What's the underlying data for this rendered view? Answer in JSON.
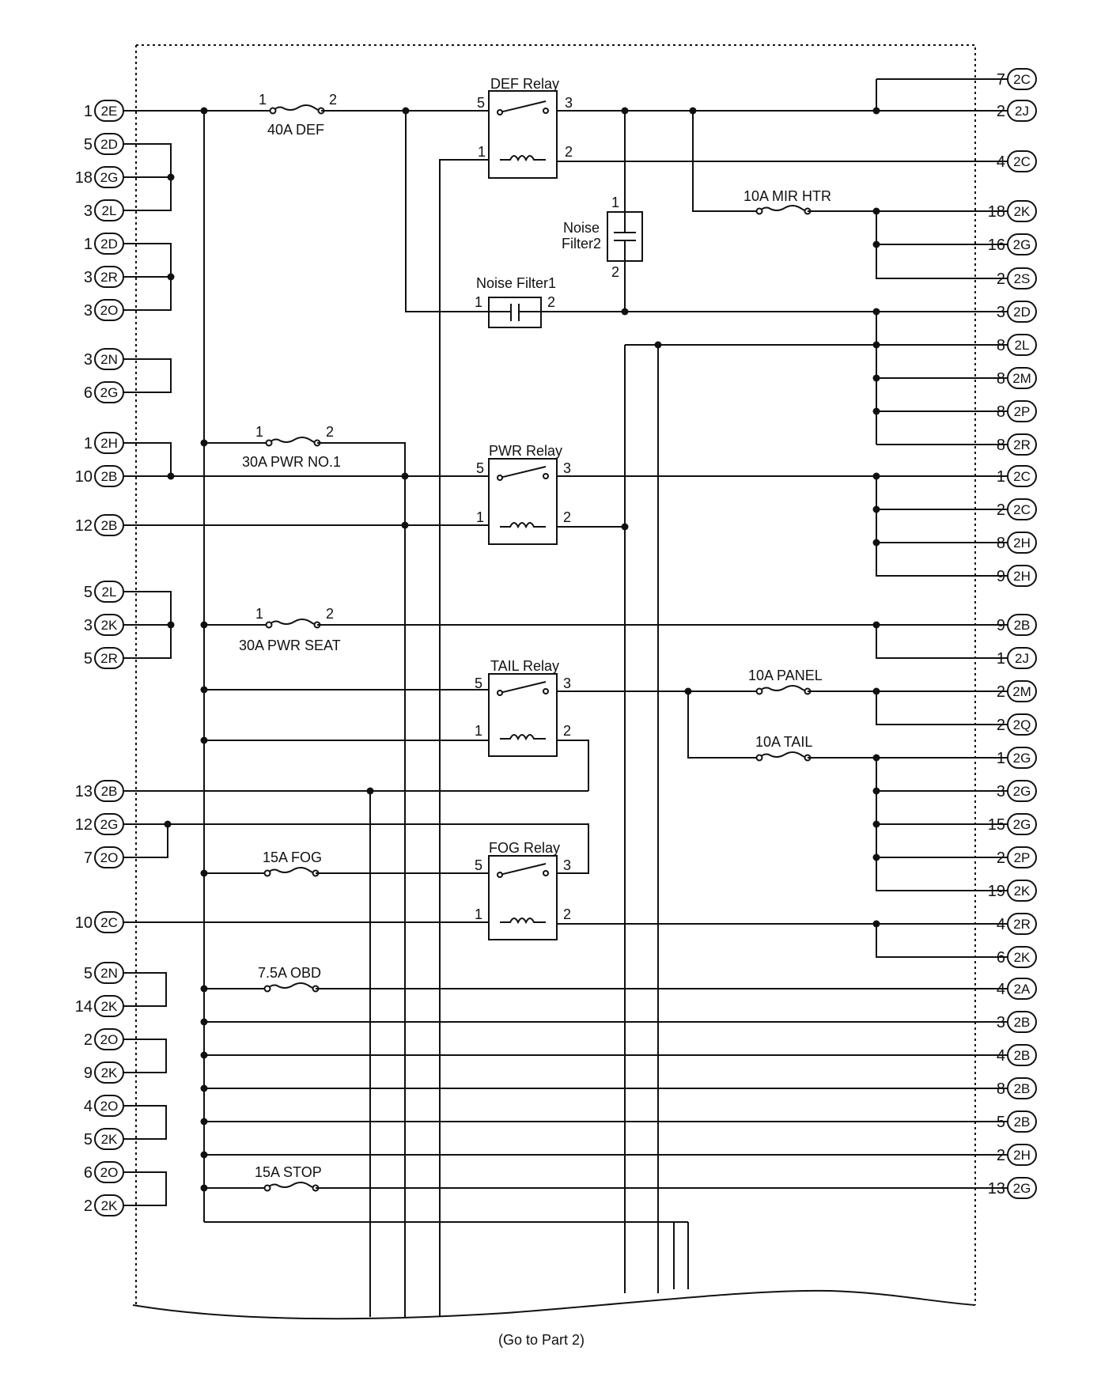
{
  "left_connectors": [
    {
      "pin": "1",
      "code": "2E"
    },
    {
      "pin": "5",
      "code": "2D"
    },
    {
      "pin": "18",
      "code": "2G"
    },
    {
      "pin": "3",
      "code": "2L"
    },
    {
      "pin": "1",
      "code": "2D"
    },
    {
      "pin": "3",
      "code": "2R"
    },
    {
      "pin": "3",
      "code": "2O"
    },
    {
      "pin": "3",
      "code": "2N"
    },
    {
      "pin": "6",
      "code": "2G"
    },
    {
      "pin": "1",
      "code": "2H"
    },
    {
      "pin": "10",
      "code": "2B"
    },
    {
      "pin": "12",
      "code": "2B"
    },
    {
      "pin": "5",
      "code": "2L"
    },
    {
      "pin": "3",
      "code": "2K"
    },
    {
      "pin": "5",
      "code": "2R"
    },
    {
      "pin": "13",
      "code": "2B"
    },
    {
      "pin": "12",
      "code": "2G"
    },
    {
      "pin": "7",
      "code": "2O"
    },
    {
      "pin": "10",
      "code": "2C"
    },
    {
      "pin": "5",
      "code": "2N"
    },
    {
      "pin": "14",
      "code": "2K"
    },
    {
      "pin": "2",
      "code": "2O"
    },
    {
      "pin": "9",
      "code": "2K"
    },
    {
      "pin": "4",
      "code": "2O"
    },
    {
      "pin": "5",
      "code": "2K"
    },
    {
      "pin": "6",
      "code": "2O"
    },
    {
      "pin": "2",
      "code": "2K"
    }
  ],
  "right_connectors": [
    {
      "pin": "7",
      "code": "2C"
    },
    {
      "pin": "2",
      "code": "2J"
    },
    {
      "pin": "4",
      "code": "2C"
    },
    {
      "pin": "18",
      "code": "2K"
    },
    {
      "pin": "16",
      "code": "2G"
    },
    {
      "pin": "2",
      "code": "2S"
    },
    {
      "pin": "3",
      "code": "2D"
    },
    {
      "pin": "8",
      "code": "2L"
    },
    {
      "pin": "8",
      "code": "2M"
    },
    {
      "pin": "8",
      "code": "2P"
    },
    {
      "pin": "8",
      "code": "2R"
    },
    {
      "pin": "1",
      "code": "2C"
    },
    {
      "pin": "2",
      "code": "2C"
    },
    {
      "pin": "8",
      "code": "2H"
    },
    {
      "pin": "9",
      "code": "2H"
    },
    {
      "pin": "9",
      "code": "2B"
    },
    {
      "pin": "1",
      "code": "2J"
    },
    {
      "pin": "2",
      "code": "2M"
    },
    {
      "pin": "2",
      "code": "2Q"
    },
    {
      "pin": "1",
      "code": "2G"
    },
    {
      "pin": "3",
      "code": "2G"
    },
    {
      "pin": "15",
      "code": "2G"
    },
    {
      "pin": "2",
      "code": "2P"
    },
    {
      "pin": "19",
      "code": "2K"
    },
    {
      "pin": "4",
      "code": "2R"
    },
    {
      "pin": "6",
      "code": "2K"
    },
    {
      "pin": "4",
      "code": "2A"
    },
    {
      "pin": "3",
      "code": "2B"
    },
    {
      "pin": "4",
      "code": "2B"
    },
    {
      "pin": "8",
      "code": "2B"
    },
    {
      "pin": "5",
      "code": "2B"
    },
    {
      "pin": "2",
      "code": "2H"
    },
    {
      "pin": "13",
      "code": "2G"
    }
  ],
  "fuses": {
    "def": "40A DEF",
    "pwr1": "30A PWR NO.1",
    "pwrseat": "30A PWR SEAT",
    "fog": "15A FOG",
    "obd": "7.5A OBD",
    "stop": "15A STOP",
    "mirhtr": "10A MIR HTR",
    "panel": "10A PANEL",
    "tail": "10A TAIL"
  },
  "relays": {
    "def": "DEF Relay",
    "pwr": "PWR Relay",
    "tail": "TAIL Relay",
    "fog": "FOG Relay"
  },
  "filters": {
    "nf1": "Noise Filter1",
    "nf2a": "Noise",
    "nf2b": "Filter2"
  },
  "terminals": {
    "t1": "1",
    "t2": "2",
    "t3": "3",
    "t5": "5"
  },
  "footer": "(Go to Part 2)"
}
